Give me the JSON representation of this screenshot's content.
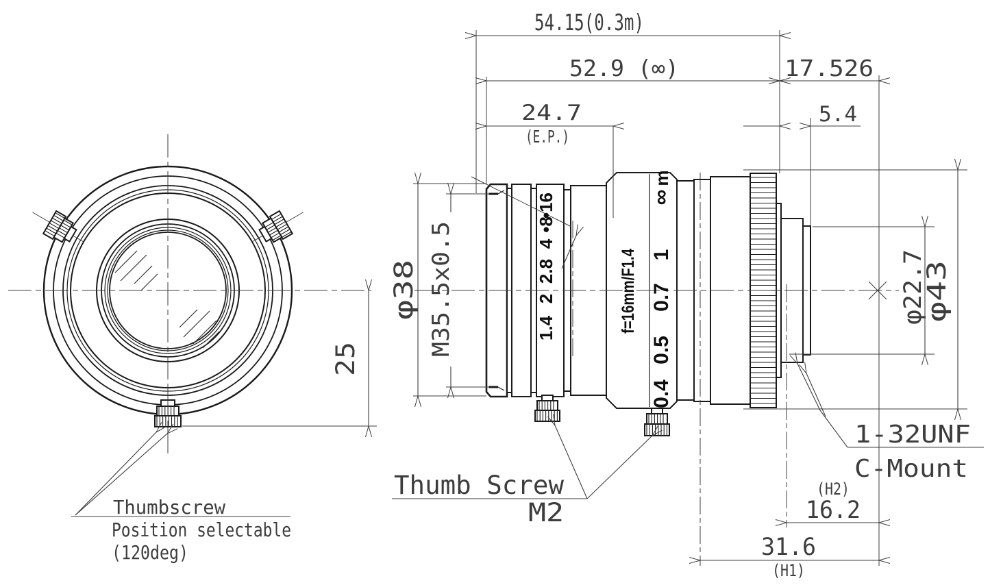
{
  "colors": {
    "line": "#1a1a1a",
    "dim": "#3d3d3d",
    "engraving": "#0f0f0f",
    "background": "#ffffff"
  },
  "front_view": {
    "note_line1": "Thumbscrew",
    "note_line2": "Position selectable",
    "note_line3": "(120deg)",
    "dim_screw_offset": "25"
  },
  "side_view": {
    "engravings": {
      "aperture_scale": [
        "1.4",
        "2",
        "2.8",
        "4",
        "•8",
        "•16"
      ],
      "lens_spec": "f=16mm/F1.4",
      "focus_scale": [
        "0.4",
        "0.5",
        "0.7",
        "1",
        "∞",
        "m"
      ]
    },
    "labels": {
      "thumb_screw": "Thumb Screw",
      "thumb_screw_size": "M2",
      "mount_thread": "1-32UNF",
      "mount_type": "C-Mount"
    },
    "dimensions": {
      "overall_near": "54.15(0.3m)",
      "overall_inf": "52.9 (∞)",
      "flange_focal_distance": "17.526",
      "entrance_pupil": "24.7",
      "entrance_pupil_note": "(E.P.)",
      "mount_depth": "5.4",
      "front_diameter": "φ38",
      "filter_thread": "M35.5x0.5",
      "pilot_diameter": "φ22.7",
      "body_diameter": "φ43",
      "h2_label": "(H2)",
      "h2": "16.2",
      "h1": "31.6",
      "h1_label": "(H1)"
    }
  }
}
